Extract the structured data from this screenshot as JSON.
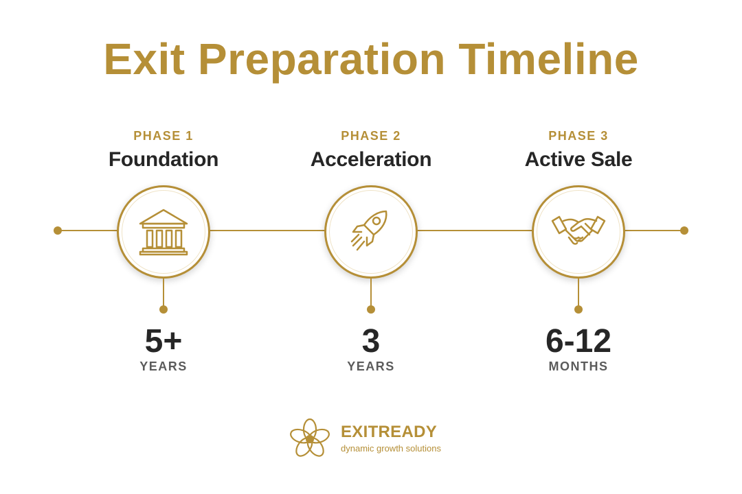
{
  "title": "Exit Preparation Timeline",
  "accent_color": "#b58f37",
  "phases": [
    {
      "number": "PHASE 1",
      "name": "Foundation",
      "icon": "bank-building-icon",
      "duration": "5+",
      "unit": "YEARS"
    },
    {
      "number": "PHASE 2",
      "name": "Acceleration",
      "icon": "rocket-icon",
      "duration": "3",
      "unit": "YEARS"
    },
    {
      "number": "PHASE 3",
      "name": "Active Sale",
      "icon": "handshake-icon",
      "duration": "6-12",
      "unit": "MONTHS"
    }
  ],
  "brand": {
    "name": "EXITREADY",
    "tagline": "dynamic growth solutions",
    "logo_icon": "swirl-logo-icon"
  }
}
